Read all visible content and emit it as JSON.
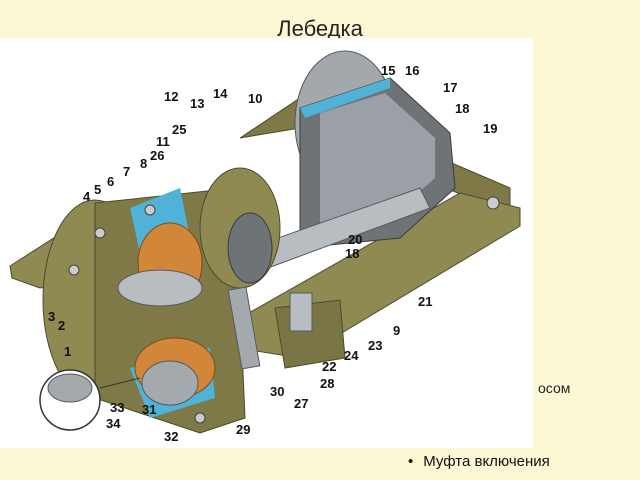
{
  "slide": {
    "title": "Лебедка",
    "side_fragment": "осом",
    "bullet": "Муфта включения"
  },
  "diagram": {
    "callouts": [
      "1",
      "2",
      "3",
      "4",
      "5",
      "6",
      "7",
      "8",
      "9",
      "10",
      "11",
      "12",
      "13",
      "14",
      "15",
      "16",
      "17",
      "18",
      "18",
      "19",
      "20",
      "21",
      "22",
      "23",
      "24",
      "25",
      "26",
      "27",
      "28",
      "29",
      "30",
      "31",
      "32",
      "33",
      "34"
    ]
  },
  "colors": {
    "background": "#fdf8d4",
    "housing": "#8f8a52",
    "housing_dark": "#5f5b34",
    "steel": "#a9afb5",
    "cutaway": "#4fb2d6",
    "bronze": "#d2863a"
  }
}
